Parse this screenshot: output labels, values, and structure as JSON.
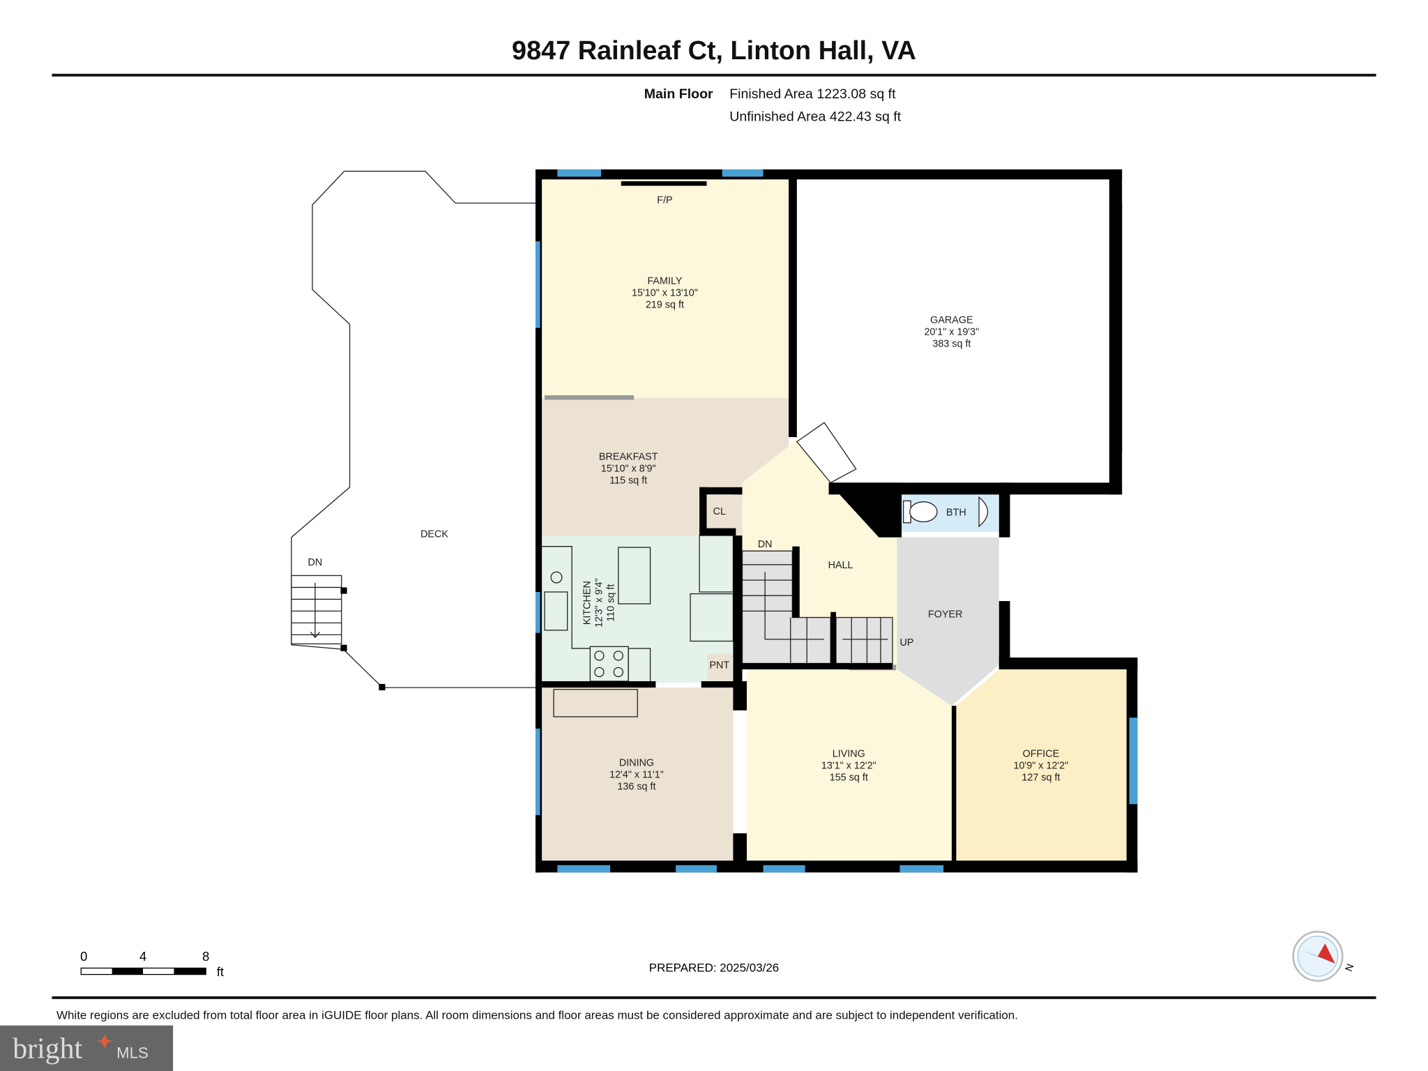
{
  "header": {
    "title": "9847 Rainleaf Ct, Linton Hall, VA",
    "floor_label": "Main Floor",
    "finished_area": "Finished Area 1223.08 sq ft",
    "unfinished_area": "Unfinished Area 422.43 sq ft"
  },
  "rooms": [
    {
      "name": "FAMILY",
      "dims": "15'10\" x 13'10\"",
      "area": "219 sq ft"
    },
    {
      "name": "GARAGE",
      "dims": "20'1\" x 19'3\"",
      "area": "383 sq ft"
    },
    {
      "name": "BREAKFAST",
      "dims": "15'10\" x 8'9\"",
      "area": "115 sq ft"
    },
    {
      "name": "KITCHEN",
      "dims": "12'3\" x 9'4\"",
      "area": "110 sq ft"
    },
    {
      "name": "DINING",
      "dims": "12'4\" x 11'1\"",
      "area": "136 sq ft"
    },
    {
      "name": "LIVING",
      "dims": "13'1\" x 12'2\"",
      "area": "155 sq ft"
    },
    {
      "name": "OFFICE",
      "dims": "10'9\" x 12'2\"",
      "area": "127 sq ft"
    }
  ],
  "small_labels": {
    "fireplace": "F/P",
    "closet": "CL",
    "pantry": "PNT",
    "bath": "BTH",
    "hall": "HALL",
    "foyer": "FOYER",
    "deck": "DECK",
    "deck_stairs": "DN",
    "stairs_down": "DN",
    "stairs_up": "UP"
  },
  "scale": {
    "ticks": [
      "0",
      "4",
      "8"
    ],
    "unit": "ft"
  },
  "prepared": "PREPARED: 2025/03/26",
  "compass": {
    "label": "N"
  },
  "disclaimer": "White regions are excluded from total floor area in iGUIDE floor plans. All room dimensions and floor areas must be considered approximate and are subject to independent verification.",
  "watermark": {
    "brand": "bright",
    "suffix": "MLS"
  },
  "colors": {
    "family": "#fdf7dc",
    "breakfast": "#ebe2d4",
    "kitchen": "#e5f2ea",
    "office": "#fcefc6",
    "grey": "#dedede",
    "bath": "#d4ebf8",
    "window": "#4aa0d5"
  }
}
